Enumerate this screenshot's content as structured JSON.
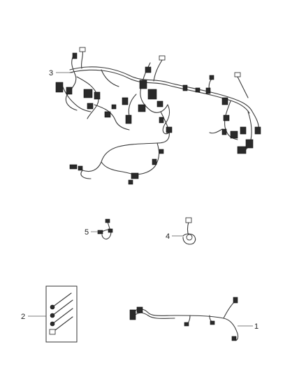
{
  "callouts": [
    {
      "id": "1",
      "label": "1"
    },
    {
      "id": "2",
      "label": "2"
    },
    {
      "id": "3",
      "label": "3"
    },
    {
      "id": "4",
      "label": "4"
    },
    {
      "id": "5",
      "label": "5"
    }
  ],
  "colors": {
    "line": "#3a3a3a",
    "text": "#222222",
    "background": "#ffffff"
  }
}
